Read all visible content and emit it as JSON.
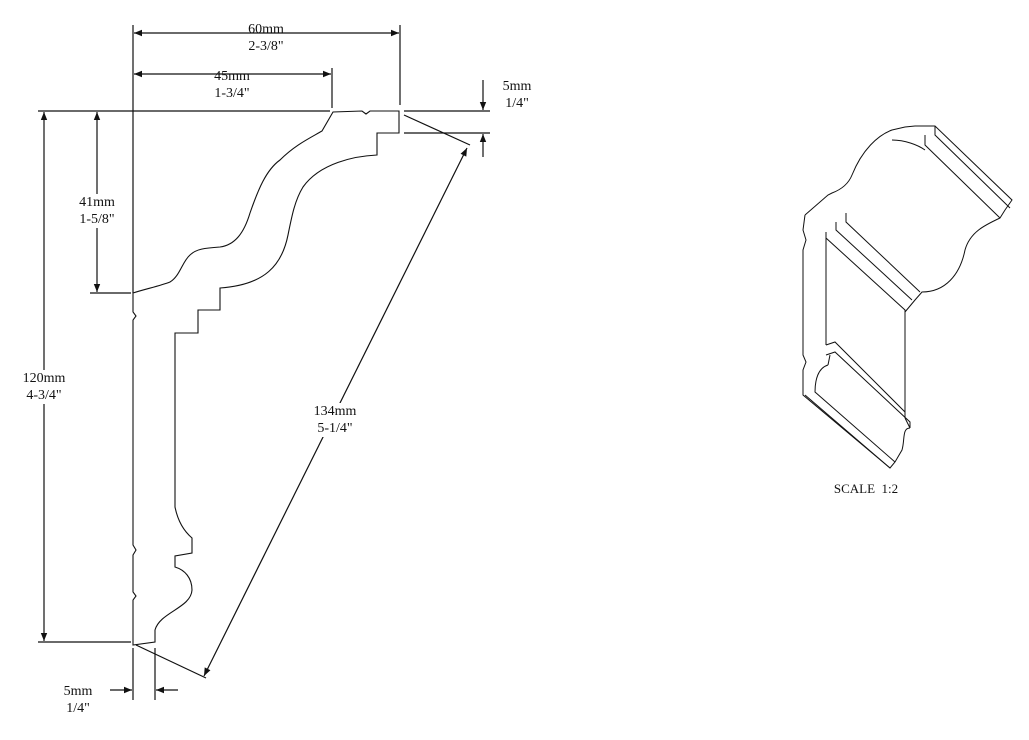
{
  "dimensions": {
    "overall_width": {
      "metric": "60mm",
      "imperial": "2-3/8\""
    },
    "projection": {
      "metric": "45mm",
      "imperial": "1-3/4\""
    },
    "top_flat": {
      "metric": "5mm",
      "imperial": "1/4\""
    },
    "drop": {
      "metric": "41mm",
      "imperial": "1-5/8\""
    },
    "overall_height": {
      "metric": "120mm",
      "imperial": "4-3/4\""
    },
    "face_width": {
      "metric": "134mm",
      "imperial": "5-1/4\""
    },
    "bottom_flat": {
      "metric": "5mm",
      "imperial": "1/4\""
    }
  },
  "isometric_view": {
    "caption": "SCALE  1:2"
  },
  "colors": {
    "line": "#111111",
    "background": "#ffffff"
  }
}
